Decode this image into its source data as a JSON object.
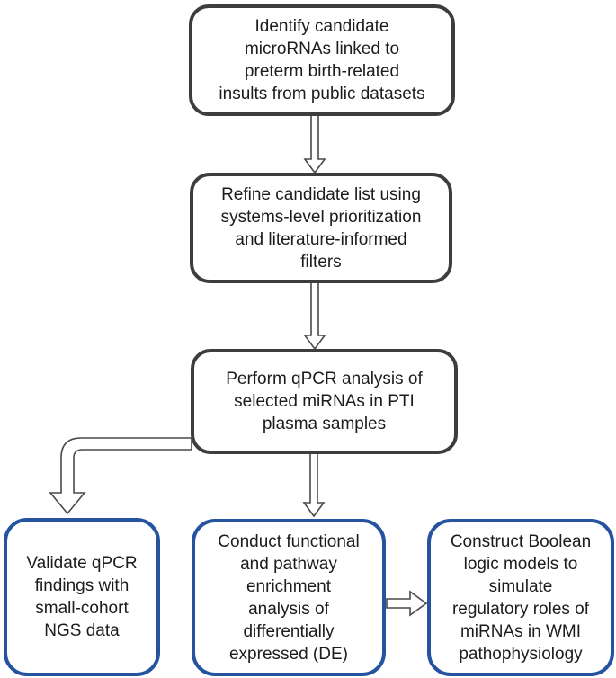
{
  "diagram": {
    "title": "miRNA preterm-birth study workflow flowchart",
    "colors": {
      "process_border": "#3d3d3d",
      "outcome_border": "#26539f",
      "text": "#1c1c1c",
      "arrow_outline": "#4a4a4a",
      "background": "#ffffff"
    },
    "nodes": [
      {
        "id": "identify",
        "text": "Identify candidate\nmicroRNAs linked to\npreterm birth-related\ninsults from public datasets",
        "style": "gray"
      },
      {
        "id": "refine",
        "text": "Refine candidate list using\nsystems-level prioritization\nand literature-informed\nfilters",
        "style": "gray"
      },
      {
        "id": "qpcr",
        "text": "Perform qPCR analysis of\nselected miRNAs in PTI\nplasma samples",
        "style": "gray"
      },
      {
        "id": "validate",
        "text": "Validate qPCR\nfindings with\nsmall-cohort\nNGS data",
        "style": "blue"
      },
      {
        "id": "enrich",
        "text": "Conduct functional\nand pathway\nenrichment\nanalysis of\ndifferentially\nexpressed (DE)",
        "style": "blue"
      },
      {
        "id": "boolean",
        "text": "Construct Boolean\nlogic models to\nsimulate\nregulatory roles of\nmiRNAs in WMI\npathophysiology",
        "style": "blue"
      }
    ],
    "edges": [
      {
        "from": "identify",
        "to": "refine",
        "shape": "straight-down"
      },
      {
        "from": "refine",
        "to": "qpcr",
        "shape": "straight-down"
      },
      {
        "from": "qpcr",
        "to": "enrich",
        "shape": "straight-down"
      },
      {
        "from": "qpcr",
        "to": "validate",
        "shape": "elbow-left-down"
      },
      {
        "from": "enrich",
        "to": "boolean",
        "shape": "straight-right"
      }
    ]
  }
}
